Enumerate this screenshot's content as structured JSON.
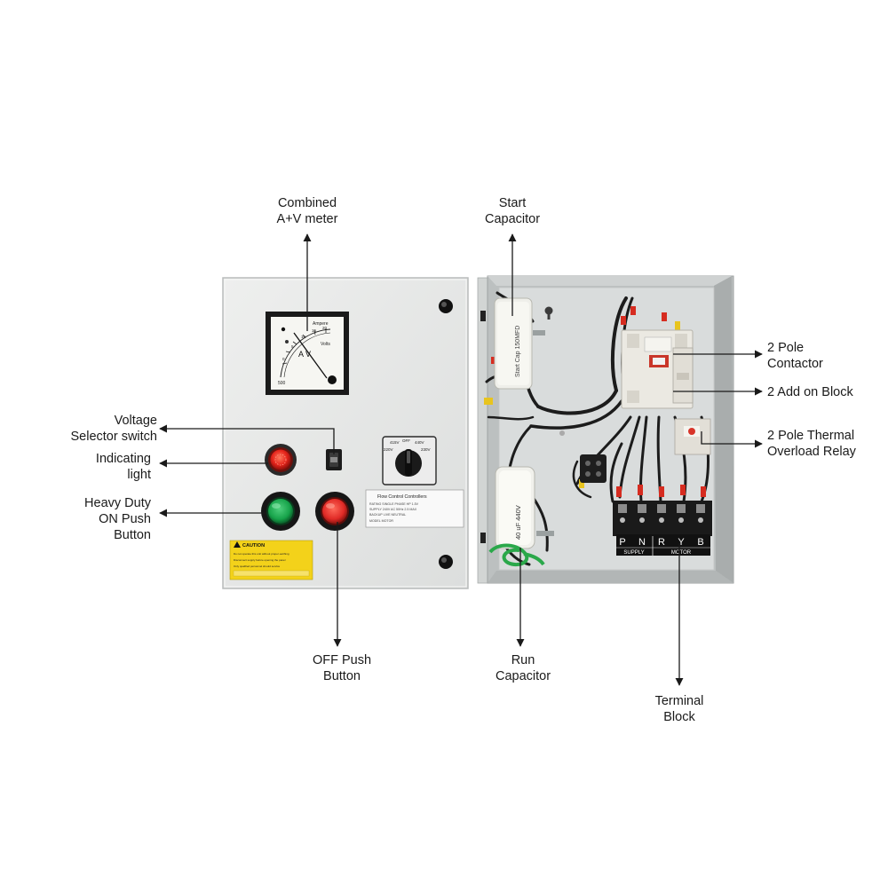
{
  "labels": {
    "meter": [
      "Combined",
      "A+V meter"
    ],
    "start_cap": [
      "Start",
      "Capacitor"
    ],
    "contactor": [
      "2 Pole",
      "Contactor"
    ],
    "addon": [
      "2 Add on Block"
    ],
    "thermal": [
      "2 Pole Thermal",
      "Overload Relay"
    ],
    "selector": [
      "Voltage",
      "Selector switch"
    ],
    "indicator": [
      "Indicating",
      "light"
    ],
    "on_button": [
      "Heavy Duty",
      "ON Push",
      "Button"
    ],
    "off_button": [
      "OFF Push",
      "Button"
    ],
    "run_cap": [
      "Run",
      "Capacitor"
    ],
    "terminal": [
      "Terminal",
      "Block"
    ]
  },
  "meter_face": {
    "top": "Ampere",
    "scale": [
      "0",
      "5",
      "10",
      "15",
      "20"
    ],
    "letters": "A   V",
    "volts": "Volts",
    "bottom": "500"
  },
  "selector_face": {
    "positions": [
      "415V",
      "OFF",
      "440V",
      "220V",
      "230V"
    ]
  },
  "nameplate": {
    "title": "Flow Control Controllers",
    "rows": [
      "RATING    SINGLE PHASE   HP    1.5V",
      "SUPPLY    240V AC 50Hz   2.5 MAX",
      "BACKUP    LIVE     NEUTRAL",
      "MODEL    MOTOR"
    ]
  },
  "caution": {
    "title": "CAUTION",
    "lines": [
      "Do not operate this unit without proper earthing",
      "Disconnect supply before opening the panel",
      "Only qualified personnel should service"
    ]
  },
  "capacitor_text": {
    "start": "Start Cap 150MFD",
    "run": "40 uF  440V"
  },
  "terminal_block": {
    "letters": [
      "P",
      "N",
      "R",
      "Y",
      "B"
    ],
    "supply": "SUPPLY",
    "motor": "MOTOR"
  },
  "colors": {
    "panel": "#e6e7e6",
    "enclosure": "#bfc3c3",
    "interior": "#d9dcdc",
    "led_red": "#e5241b",
    "btn_green": "#17a34a",
    "btn_red": "#e02a26",
    "caution": "#f3d21a",
    "wire": "#1c1c1c"
  }
}
